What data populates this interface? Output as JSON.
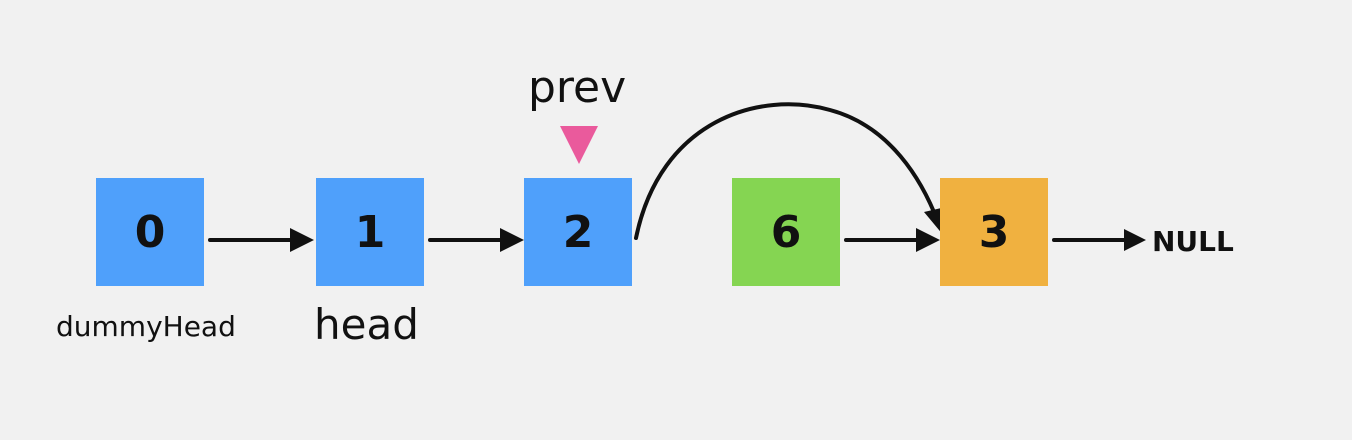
{
  "colors": {
    "background": "#f1f1f1",
    "node_blue": "#4fa0fb",
    "node_green": "#85d552",
    "node_orange": "#f0b140",
    "pointer_pink": "#ea5a9c",
    "arrow": "#111111"
  },
  "nodes": [
    {
      "value": "0",
      "color": "node_blue"
    },
    {
      "value": "1",
      "color": "node_blue"
    },
    {
      "value": "2",
      "color": "node_blue"
    },
    {
      "value": "6",
      "color": "node_green"
    },
    {
      "value": "3",
      "color": "node_orange"
    }
  ],
  "labels": {
    "dummy_head": "dummyHead",
    "head": "head",
    "prev": "prev",
    "null_text": "NULL"
  },
  "edges": [
    {
      "from": "0",
      "to": "1"
    },
    {
      "from": "1",
      "to": "2"
    },
    {
      "from": "2",
      "to": "3",
      "style": "curved"
    },
    {
      "from": "6",
      "to": "3"
    },
    {
      "from": "3",
      "to": "NULL"
    }
  ]
}
